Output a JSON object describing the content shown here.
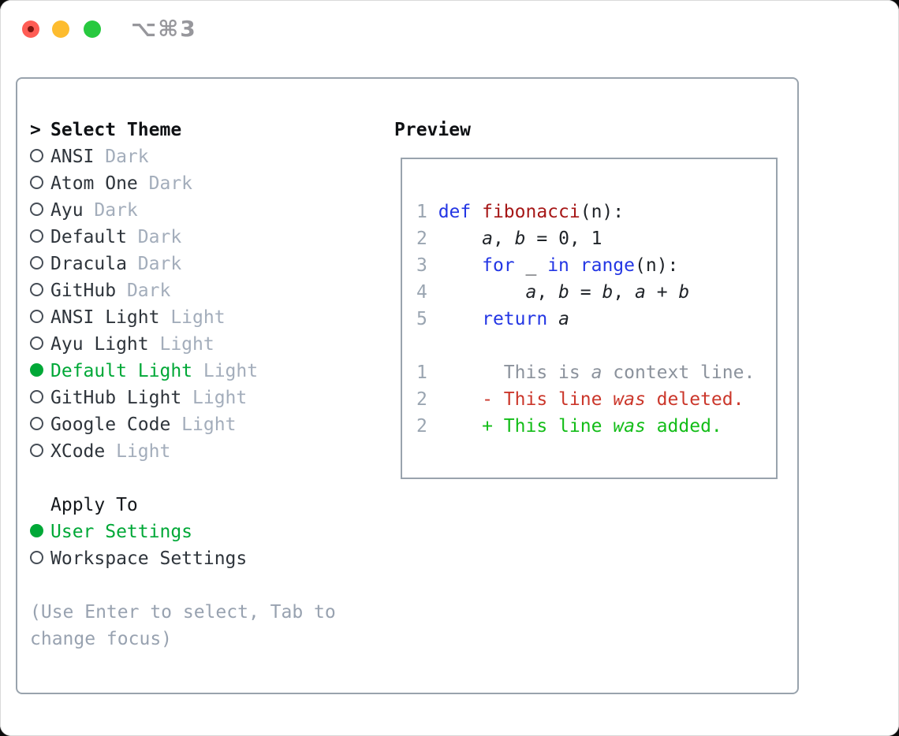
{
  "window": {
    "shortcut": "⌥⌘3",
    "traffic_lights": [
      "close",
      "minimize",
      "zoom"
    ]
  },
  "theme_picker": {
    "header_prefix": ">",
    "header": "Select Theme",
    "themes": [
      {
        "name": "ANSI",
        "variant": "Dark",
        "selected": false
      },
      {
        "name": "Atom One",
        "variant": "Dark",
        "selected": false
      },
      {
        "name": "Ayu",
        "variant": "Dark",
        "selected": false
      },
      {
        "name": "Default",
        "variant": "Dark",
        "selected": false
      },
      {
        "name": "Dracula",
        "variant": "Dark",
        "selected": false
      },
      {
        "name": "GitHub",
        "variant": "Dark",
        "selected": false
      },
      {
        "name": "ANSI Light",
        "variant": "Light",
        "selected": false
      },
      {
        "name": "Ayu Light",
        "variant": "Light",
        "selected": false
      },
      {
        "name": "Default Light",
        "variant": "Light",
        "selected": true
      },
      {
        "name": "GitHub Light",
        "variant": "Light",
        "selected": false
      },
      {
        "name": "Google Code",
        "variant": "Light",
        "selected": false
      },
      {
        "name": "XCode",
        "variant": "Light",
        "selected": false
      }
    ]
  },
  "apply_to": {
    "header": "Apply To",
    "options": [
      {
        "label": "User Settings",
        "selected": true
      },
      {
        "label": "Workspace Settings",
        "selected": false
      }
    ]
  },
  "help": {
    "lines": [
      "(Use Enter to select, Tab to",
      "change focus)"
    ]
  },
  "preview": {
    "title": "Preview",
    "lines": [
      [],
      [
        {
          "t": "1 ",
          "c": "num"
        },
        {
          "t": "def ",
          "c": "kw"
        },
        {
          "t": "fibonacci",
          "c": "fn"
        },
        {
          "t": "(n):"
        }
      ],
      [
        {
          "t": "2",
          "c": "num"
        },
        {
          "t": "     "
        },
        {
          "t": "a",
          "i": true
        },
        {
          "t": ", "
        },
        {
          "t": "b",
          "i": true
        },
        {
          "t": " = 0, 1"
        }
      ],
      [
        {
          "t": "3",
          "c": "num"
        },
        {
          "t": "     "
        },
        {
          "t": "for",
          "c": "kw"
        },
        {
          "t": " _ "
        },
        {
          "t": "in",
          "c": "kw"
        },
        {
          "t": " "
        },
        {
          "t": "range",
          "c": "kw"
        },
        {
          "t": "(n):"
        }
      ],
      [
        {
          "t": "4",
          "c": "num"
        },
        {
          "t": "         "
        },
        {
          "t": "a",
          "i": true
        },
        {
          "t": ", "
        },
        {
          "t": "b",
          "i": true
        },
        {
          "t": " = "
        },
        {
          "t": "b",
          "i": true
        },
        {
          "t": ", "
        },
        {
          "t": "a",
          "i": true
        },
        {
          "t": " + "
        },
        {
          "t": "b",
          "i": true
        }
      ],
      [
        {
          "t": "5",
          "c": "num"
        },
        {
          "t": "     "
        },
        {
          "t": "return",
          "c": "kw"
        },
        {
          "t": " "
        },
        {
          "t": "a",
          "i": true
        }
      ],
      [],
      [
        {
          "t": "1",
          "c": "num"
        },
        {
          "t": "       This is ",
          "c": "ctx"
        },
        {
          "t": "a",
          "c": "ctx",
          "i": true
        },
        {
          "t": " context line.",
          "c": "ctx"
        }
      ],
      [
        {
          "t": "2",
          "c": "num"
        },
        {
          "t": "     "
        },
        {
          "t": "- This line ",
          "c": "del"
        },
        {
          "t": "was",
          "c": "del",
          "i": true
        },
        {
          "t": " deleted.",
          "c": "del"
        }
      ],
      [
        {
          "t": "2",
          "c": "num"
        },
        {
          "t": "     "
        },
        {
          "t": "+ This line ",
          "c": "add"
        },
        {
          "t": "was",
          "c": "add",
          "i": true
        },
        {
          "t": " added.",
          "c": "add"
        }
      ]
    ]
  },
  "colors": {
    "num": "#9aa5b1",
    "kw": "#2336e4",
    "fn": "#a61717",
    "code_default": "#1f2328",
    "ctx": "#8b929c",
    "del": "#cb372b",
    "add": "#13bd18",
    "selected_green": "#00a837",
    "panel_border": "#99a3ad"
  }
}
